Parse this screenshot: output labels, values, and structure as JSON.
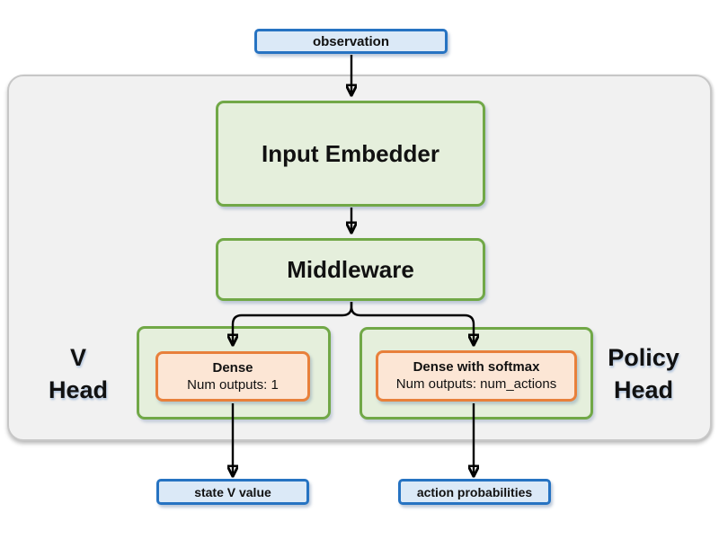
{
  "diagram": {
    "title_hint": "RL network architecture diagram",
    "nodes": {
      "observation": {
        "label": "observation"
      },
      "input_embedder": {
        "label": "Input Embedder"
      },
      "middleware": {
        "label": "Middleware"
      },
      "dense": {
        "title": "Dense",
        "subtitle": "Num outputs: 1"
      },
      "dense_softmax": {
        "title": "Dense with softmax",
        "subtitle": "Num outputs: num_actions"
      },
      "state_v_value": {
        "label": "state V value"
      },
      "action_probabilities": {
        "label": "action probabilities"
      }
    },
    "labels": {
      "v_head": {
        "line1": "V",
        "line2": "Head"
      },
      "policy_head": {
        "line1": "Policy",
        "line2": "Head"
      }
    },
    "edges": [
      "observation -> input_embedder",
      "input_embedder -> middleware",
      "middleware -> dense",
      "middleware -> dense_softmax",
      "dense -> state_v_value",
      "dense_softmax -> action_probabilities"
    ],
    "colors": {
      "blue_fill": "#dbe9f7",
      "blue_border": "#2673c2",
      "green_fill": "#e5efdc",
      "green_border": "#71a847",
      "orange_fill": "#fce6d5",
      "orange_border": "#e8803b",
      "container_fill": "#f1f1f1",
      "container_border": "#c7c7c7",
      "arrow": "#000000"
    }
  }
}
